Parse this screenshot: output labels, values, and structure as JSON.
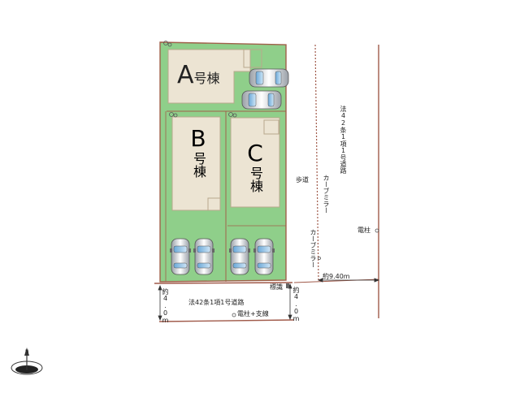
{
  "plan": {
    "buildings": [
      {
        "letter": "A",
        "suffix": "号棟"
      },
      {
        "letter": "B",
        "suffix": "号棟"
      },
      {
        "letter": "C",
        "suffix": "号棟"
      }
    ],
    "labels": {
      "sidewalk": "歩道",
      "curve_mirror": "カーブミラー",
      "road_right": "法42条1項1号道路",
      "utility_pole": "電柱",
      "width_right": "約9.40m",
      "sign": "標識",
      "width_left": "約4.0m",
      "width_center": "約4.0m",
      "road_bottom": "法42条1項1号道路",
      "pole_wire": "電柱+支線"
    },
    "compass": {
      "north": "N"
    },
    "colors": {
      "lot_green": "#8fcf8a",
      "building_beige": "#ece4d3",
      "boundary": "#a0604a",
      "road_line": "#a05a4a"
    }
  }
}
